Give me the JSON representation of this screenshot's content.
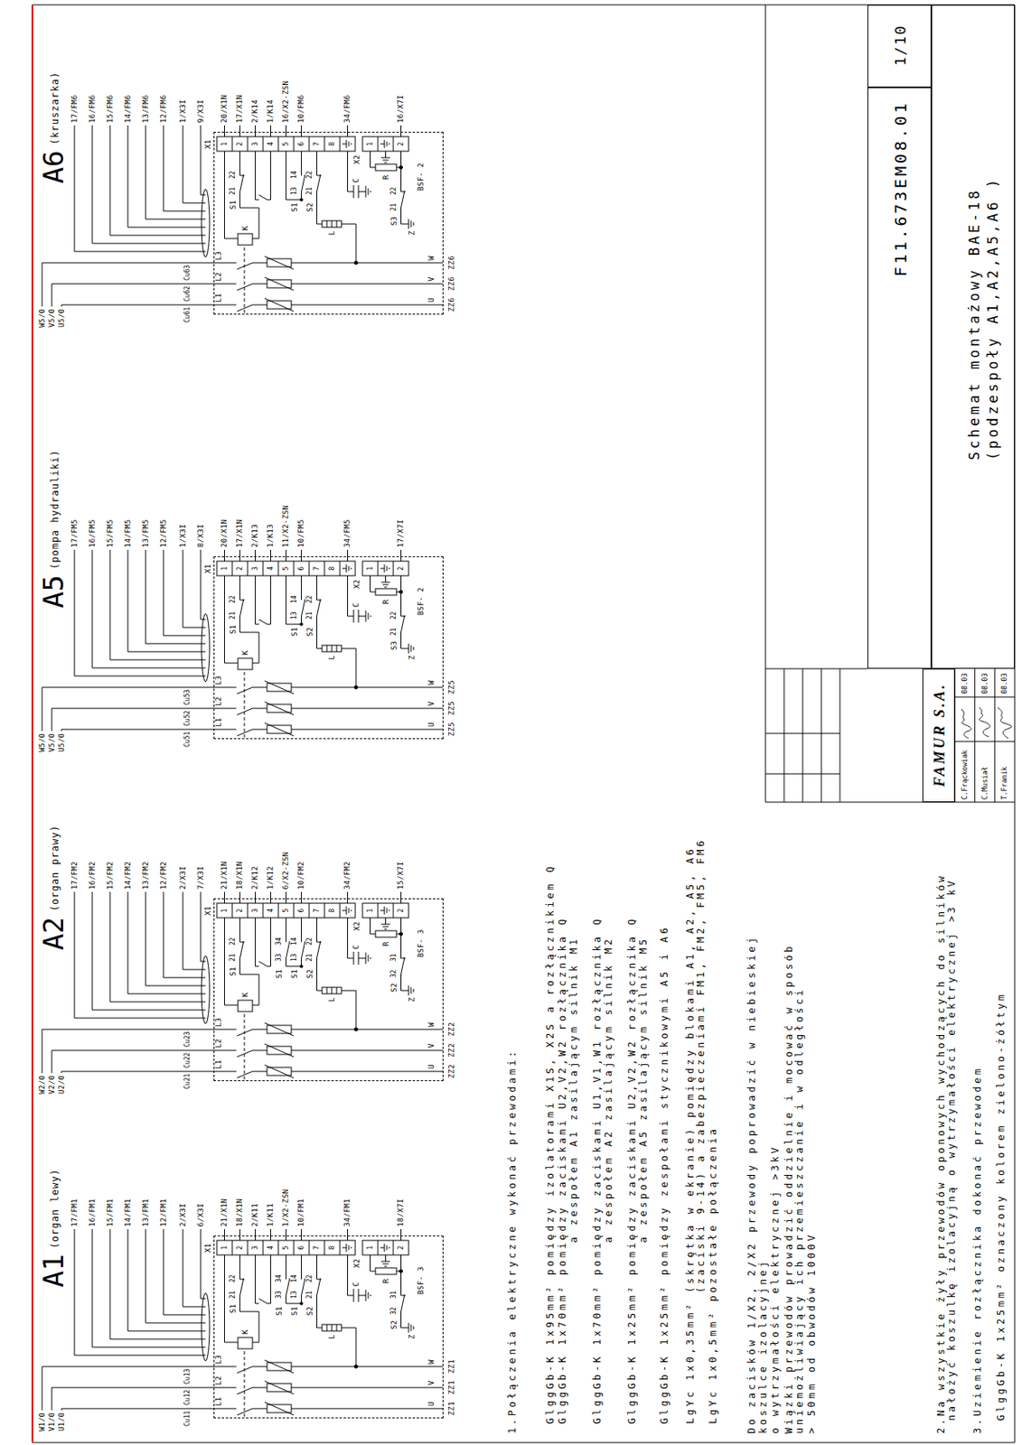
{
  "diagram": {
    "nodes": [
      {
        "text": [
          "BSF- 3"
        ]
      },
      {
        "text": [
          "BSF- 3"
        ]
      },
      {
        "text": [
          "BSF- 2"
        ]
      },
      {
        "text": [
          "BSF- 2"
        ]
      },
      {
        "text": [
          "FAMUR S.A."
        ]
      },
      {
        "text": [
          "F11.673EM08.01"
        ]
      },
      {
        "text": [
          "1/10"
        ]
      },
      {
        "text": [
          "Schemat montażowy BAE-18",
          "(podzespoły A1,A2,A5,A6 )"
        ]
      }
    ],
    "labels": [
      "A1",
      "(organ lewy)",
      "W1/0",
      "V1/0",
      "U1/0",
      "Cu11",
      "Cu12",
      "Cu13",
      "L1",
      "L2",
      "L3",
      "K",
      "S1",
      "21",
      "22",
      "S1",
      "33",
      "34",
      "S1",
      "13",
      "14",
      "S2",
      "21",
      "22",
      "L",
      "C",
      "R",
      "S2",
      "32",
      "31",
      "Z",
      "U",
      "V",
      "W",
      "ZZ1",
      "ZZ1",
      "ZZ1",
      "X1",
      "1",
      "2",
      "3",
      "4",
      "5",
      "6",
      "7",
      "8",
      "X2",
      "1",
      "2",
      "17/FM1",
      "16/FM1",
      "15/FM1",
      "14/FM1",
      "13/FM1",
      "12/FM1",
      "2/X3I",
      "6/X3I",
      "21/X1N",
      "18/X1N",
      "2/K11",
      "1/K11",
      "1/X2-ZSN",
      "10/FM1",
      "34/FM1",
      "18/X7I",
      "A2",
      "(organ prawy)",
      "W2/0",
      "V2/0",
      "U2/0",
      "Cu21",
      "Cu22",
      "Cu23",
      "L1",
      "L2",
      "L3",
      "K",
      "S1",
      "21",
      "22",
      "S1",
      "33",
      "34",
      "S1",
      "13",
      "14",
      "S2",
      "21",
      "22",
      "L",
      "C",
      "R",
      "S2",
      "32",
      "31",
      "Z",
      "U",
      "V",
      "W",
      "ZZ2",
      "ZZ2",
      "ZZ2",
      "X1",
      "1",
      "2",
      "3",
      "4",
      "5",
      "6",
      "7",
      "8",
      "X2",
      "1",
      "2",
      "17/FM2",
      "16/FM2",
      "15/FM2",
      "14/FM2",
      "13/FM2",
      "12/FM2",
      "2/X3I",
      "7/X3I",
      "21/X1N",
      "18/X1N",
      "2/K12",
      "1/K12",
      "6/X2-ZSN",
      "10/FM2",
      "34/FM2",
      "15/X7I",
      "A5",
      "(pompa hydrauliki)",
      "W5/0",
      "V5/0",
      "U5/0",
      "Cu51",
      "Cu52",
      "Cu53",
      "L1",
      "L2",
      "L3",
      "K",
      "S1",
      "21",
      "22",
      "S1",
      "13",
      "14",
      "S2",
      "21",
      "22",
      "L",
      "C",
      "R",
      "S3",
      "21",
      "22",
      "Z",
      "U",
      "V",
      "W",
      "ZZ5",
      "ZZ5",
      "ZZ5",
      "X1",
      "1",
      "2",
      "3",
      "4",
      "5",
      "6",
      "7",
      "8",
      "X2",
      "1",
      "2",
      "17/FM5",
      "16/FM5",
      "15/FM5",
      "14/FM5",
      "13/FM5",
      "12/FM5",
      "1/X3I",
      "8/X3I",
      "20/X1N",
      "17/X1N",
      "2/K13",
      "1/K13",
      "11/X2-ZSN",
      "10/FM5",
      "34/FM5",
      "17/X7I",
      "A6",
      "(kruszarka)",
      "W5/0",
      "V5/0",
      "U5/0",
      "Cu61",
      "Cu62",
      "Cu63",
      "L1",
      "L2",
      "L3",
      "K",
      "S1",
      "21",
      "22",
      "S1",
      "13",
      "14",
      "S2",
      "21",
      "22",
      "L",
      "C",
      "R",
      "S3",
      "21",
      "22",
      "Z",
      "U",
      "V",
      "W",
      "ZZ6",
      "ZZ6",
      "ZZ6",
      "X1",
      "1",
      "2",
      "3",
      "4",
      "5",
      "6",
      "7",
      "8",
      "X2",
      "1",
      "2",
      "17/FM6",
      "16/FM6",
      "15/FM6",
      "14/FM6",
      "13/FM6",
      "12/FM6",
      "1/X3I",
      "9/X3I",
      "20/X1N",
      "17/X1N",
      "2/K14",
      "1/K14",
      "16/X2-ZSN",
      "10/FM6",
      "34/FM6",
      "16/X7I",
      "1.Połączenia elektryczne wykonać przewodami:",
      "GlggGb-K 1x95mm² pomiędzy izolatorami X1S, X2S a rozłącznikiem Q",
      "GlggGb-K 1x70mm² pomiędzy zaciskami U2,V2,W2 rozłącznika Q",
      "a zespołem A1 zasilającym silnik M1",
      "GlggGb-K 1x70mm² pomiędzy zaciskami U1,V1,W1 rozłącznika Q",
      "a zespołem A2 zasilającym silnik M2",
      "GlggGb-K 1x25mm² pomiędzy zaciskami U2,V2,W2 rozłącznika Q",
      "a zespołem A5 zasilającym silnik M5",
      "GlggGb-K 1x25mm² pomiędzy zespołami stycznikowymi A5 i A6",
      "LgYc 1x0,35mm² (skrętka w ekranie) pomiędzy blokami A1, A2, A5, A6",
      "(zaciski 9-14) a zabezpieczeniami FM1, FM2, FM5, FM6",
      "LgYc 1x0,5mm² pozostałe połączenia",
      "Do zacisków 1/X2, 2/X2 przewody poprowadzić w niebieskiej",
      "koszulce izolacyjnej",
      "o wytrzymałości elektrycznej >3kV",
      "Wiązki przewodów prowadzić oddzielnie i mocować w sposób",
      "uniemożliwiający ich przemieszczanie i w odległości",
      "> 50mm od obwodów 1000V",
      "2.Na wszystkie żyły przewodów oponowych wychodzących do silników",
      "nałożyć koszulkę izolacyjną o wytrzymałości elektrycznej >3 kV",
      "3.Uziemienie rozłącznika dokonać przewodem",
      "GlggGb-K 1x25mm² oznaczony kolorem zielono-żółtym",
      "C.Frąckowiak",
      "08.03",
      "C.Musiał",
      "08.03",
      "T.Franik",
      "08.03"
    ]
  }
}
